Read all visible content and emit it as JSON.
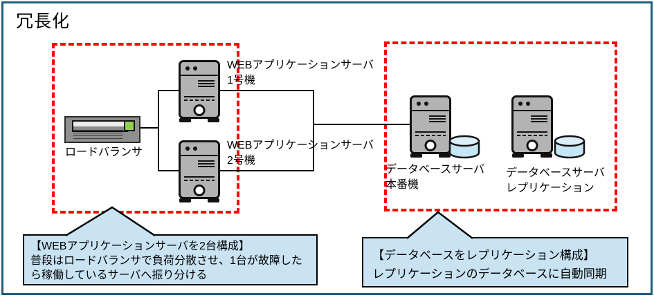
{
  "title": "冗長化",
  "colors": {
    "frame": "#1d5f7d",
    "dashed-red": "#ff0000",
    "callout-blue": "#c9e3f3",
    "server-gray": "#b3b3b3",
    "lb-gray": "#8f8f8f",
    "green-led": "#92d050",
    "db-blue": "#c5e6f5",
    "db-blue-top": "#dbeffa",
    "line-black": "#000000"
  },
  "nodes": {
    "load_balancer": {
      "label": "ロードバランサ",
      "icon": "load-balancer-icon"
    },
    "web_server_1": {
      "name_line": "WEBアプリケーションサーバ",
      "unit_line": "1号機",
      "icon": "tower-server-icon"
    },
    "web_server_2": {
      "name_line": "WEBアプリケーションサーバ",
      "unit_line": "2号機",
      "icon": "tower-server-icon"
    },
    "db_server_primary": {
      "name_line": "データベースサーバ",
      "unit_line": "本番機",
      "icon": "tower-server-database-icon"
    },
    "db_server_replica": {
      "name_line": "データベースサーバ",
      "unit_line": "レプリケーション",
      "icon": "tower-server-database-icon"
    }
  },
  "callouts": {
    "web_cluster": {
      "line1": "【WEBアプリケーションサーバを2台構成】",
      "line2": "普段はロードバランサで負荷分散させ、1台が故障した",
      "line3": "ら稼働しているサーバへ振り分ける"
    },
    "db_replication": {
      "line1": "【データベースをレプリケーション構成】",
      "line2": "レプリケーションのデータベースに自動同期"
    }
  }
}
